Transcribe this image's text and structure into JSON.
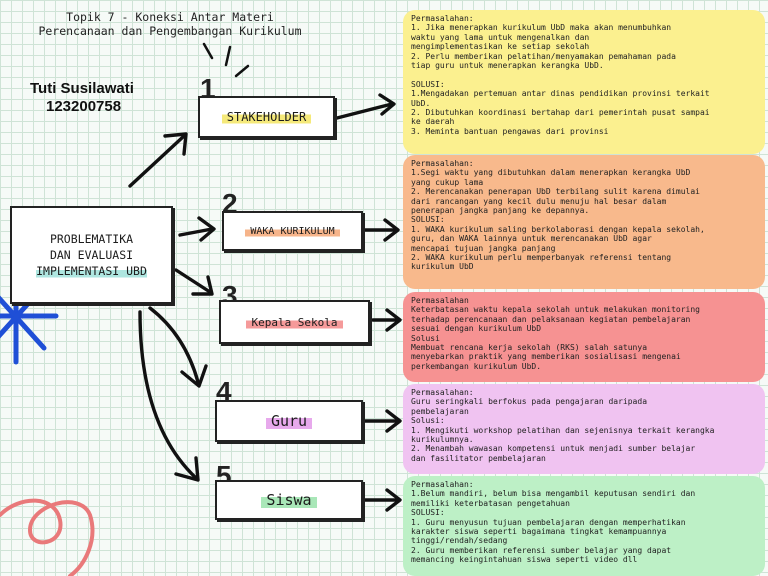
{
  "header": {
    "topic_line1": "Topik 7 - Koneksi Antar Materi",
    "topic_line2": "Perencanaan dan Pengembangan Kurikulum",
    "author_name": "Tuti Susilawati",
    "author_id": "123200758"
  },
  "center": {
    "line1": "PROBLEMATIKA",
    "line2": "DAN EVALUASI",
    "line3": "IMPLEMENTASI UBD"
  },
  "nodes": [
    {
      "number": "1",
      "label": "STAKEHOLDER",
      "highlight": "#f5e97a"
    },
    {
      "number": "2",
      "label": "WAKA KURIKULUM",
      "highlight": "#f6b48a"
    },
    {
      "number": "3",
      "label": "Kepala Sekola",
      "highlight": "#f59a9a"
    },
    {
      "number": "4",
      "label": "Guru",
      "highlight": "#e7a9ec"
    },
    {
      "number": "5",
      "label": "Siswa",
      "highlight": "#a9e7b8"
    }
  ],
  "panels": [
    {
      "color": "#fbf08f",
      "lines": [
        "Permasalahan:",
        "1. Jika menerapkan kurikulum UbD maka akan menumbuhkan",
        "waktu yang lama untuk mengenalkan dan",
        "mengimplementasikan ke setiap sekolah",
        "2. Perlu memberikan pelatihan/menyamakan pemahaman pada",
        "tiap guru untuk menerapkan kerangka UbD.",
        "",
        "SOLUSI:",
        "1.Mengadakan pertemuan antar dinas pendidikan provinsi terkait",
        "UbD.",
        "2. Dibutuhkan koordinasi bertahap dari pemerintah pusat sampai",
        "ke daerah",
        "3. Meminta bantuan pengawas dari provinsi"
      ]
    },
    {
      "color": "#f8b98c",
      "lines": [
        "Permasalahan:",
        "1.Segi waktu yang dibutuhkan dalam menerapkan kerangka UbD",
        "yang cukup lama",
        "2. Merencanakan penerapan UbD terbilang sulit karena dimulai",
        "dari rancangan yang kecil dulu menuju hal besar dalam",
        "penerapan jangka panjang ke depannya.",
        "SOLUSI:",
        "1. WAKA kurikulum saling berkolaborasi dengan kepala sekolah,",
        "guru, dan WAKA lainnya untuk merencanakan UbD agar",
        "mencapai tujuan jangka panjang",
        "2. WAKA kurikulum perlu memperbanyak referensi tentang",
        "kurikulum UbD"
      ]
    },
    {
      "color": "#f69292",
      "lines": [
        "Permasalahan",
        "Keterbatasan waktu kepala sekolah untuk melakukan monitoring",
        "terhadap perencanaan dan pelaksanaan kegiatan pembelajaran",
        "sesuai dengan kurikulum UbD",
        "Solusi",
        "Membuat rencana kerja sekolah (RKS) salah satunya",
        "menyebarkan praktik yang memberikan sosialisasi mengenai",
        "perkembangan kurikulum UbD."
      ]
    },
    {
      "color": "#f0c3f1",
      "lines": [
        "Permasalahan:",
        "Guru seringkali berfokus pada pengajaran daripada",
        "pembelajaran",
        "Solusi:",
        "1. Mengikuti workshop pelatihan dan sejenisnya terkait kerangka",
        "kurikulumnya.",
        "2. Menambah wawasan kompetensi untuk menjadi sumber belajar",
        "dan fasilitator pembelajaran"
      ]
    },
    {
      "color": "#bdf0c6",
      "lines": [
        "Permasalahan:",
        "1.Belum mandiri, belum bisa mengambil keputusan sendiri dan",
        "memiliki keterbatasan pengetahuan",
        "SOLUSI:",
        "1. Guru menyusun tujuan pembelajaran dengan memperhatikan",
        "karakter siswa seperti bagaimana tingkat kemampuannya",
        "tinggi/rendah/sedang",
        "2. Guru memberikan referensi sumber belajar yang dapat",
        "memancing keingintahuan siswa seperti video dll"
      ]
    }
  ]
}
